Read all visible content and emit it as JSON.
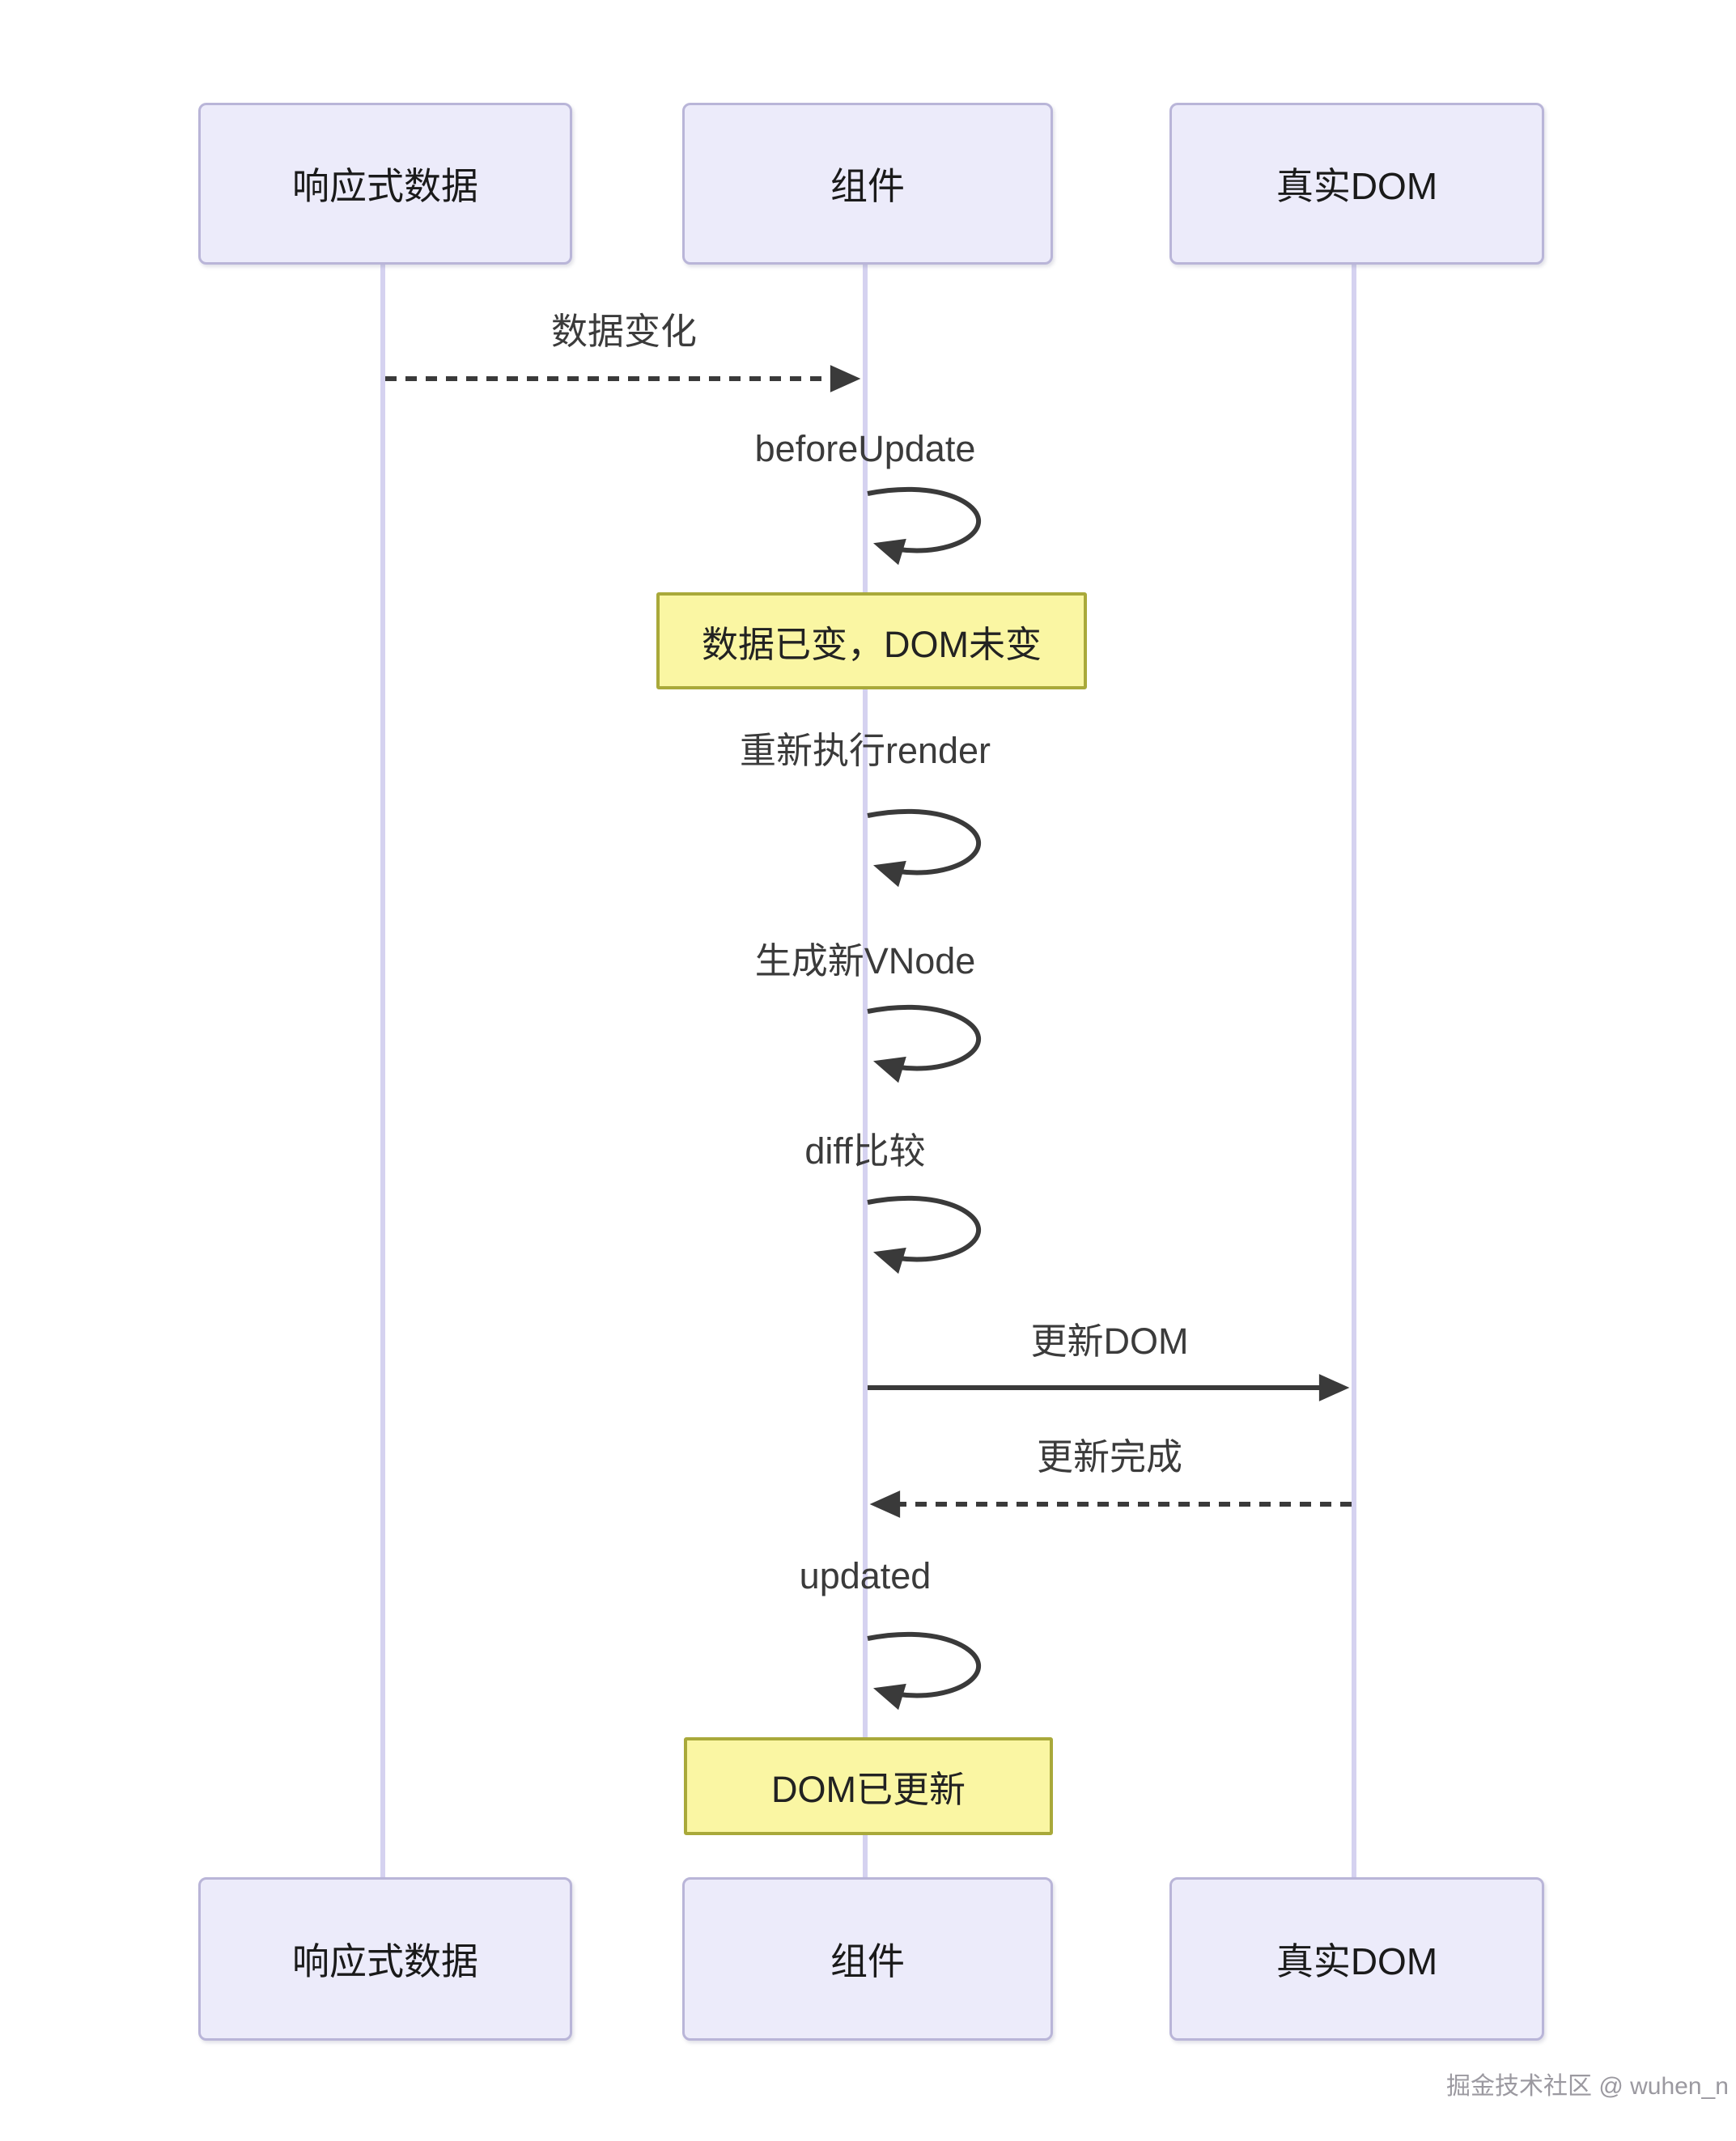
{
  "colors": {
    "actor_fill": "#ecebfa",
    "actor_border": "#b9b5d8",
    "actor_text": "#1a1a1a",
    "lifeline": "#d5d2f0",
    "note_fill": "#faf6a3",
    "note_border": "#a9a93a",
    "arrow": "#3a3a3a",
    "message_text": "#3b3b3b",
    "watermark": "#9b99a0"
  },
  "participants": [
    {
      "label": "响应式数据"
    },
    {
      "label": "组件"
    },
    {
      "label": "真实DOM"
    }
  ],
  "messages": [
    {
      "label": "数据变化",
      "type": "dashed",
      "from": "响应式数据",
      "to": "组件"
    },
    {
      "label": "beforeUpdate",
      "type": "self",
      "from": "组件",
      "to": "组件"
    },
    {
      "label": "重新执行render",
      "type": "self",
      "from": "组件",
      "to": "组件"
    },
    {
      "label": "生成新VNode",
      "type": "self",
      "from": "组件",
      "to": "组件"
    },
    {
      "label": "diff比较",
      "type": "self",
      "from": "组件",
      "to": "组件"
    },
    {
      "label": "更新DOM",
      "type": "solid",
      "from": "组件",
      "to": "真实DOM"
    },
    {
      "label": "更新完成",
      "type": "dashed",
      "from": "真实DOM",
      "to": "组件"
    },
    {
      "label": "updated",
      "type": "self",
      "from": "组件",
      "to": "组件"
    }
  ],
  "notes": [
    {
      "label": "数据已变，DOM未变"
    },
    {
      "label": "DOM已更新"
    }
  ],
  "watermark": "掘金技术社区 @ wuhen_n"
}
